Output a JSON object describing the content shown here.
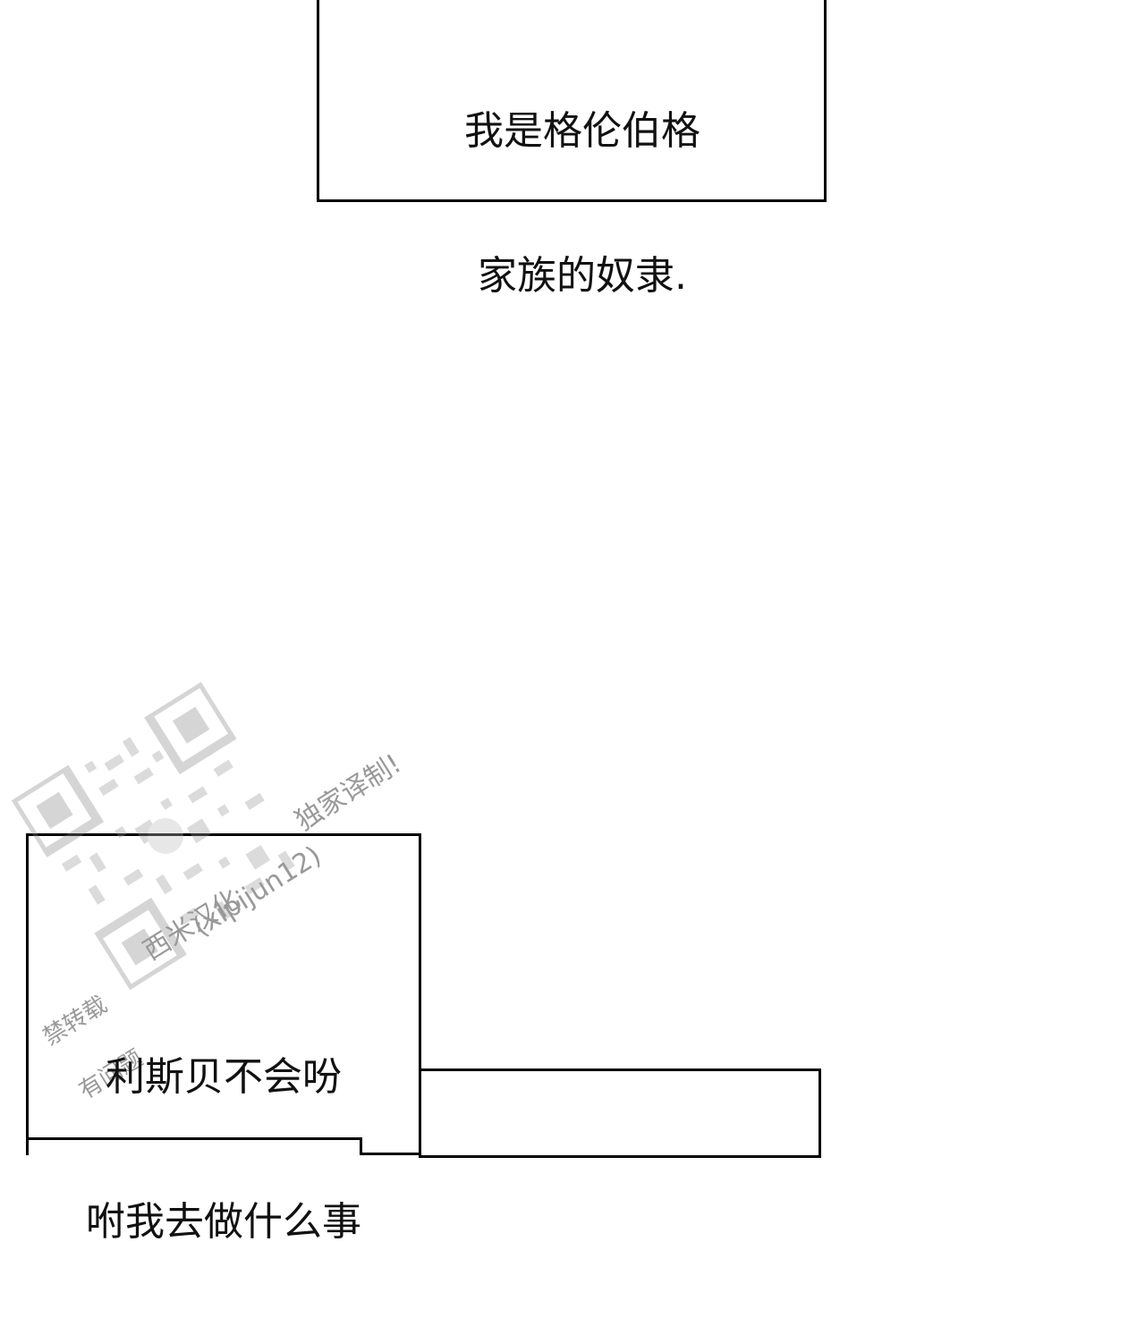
{
  "captions": {
    "top": {
      "line1": "我是格伦伯格",
      "line2": "家族的奴隶."
    },
    "bottom": {
      "line1": "利斯贝不会吩",
      "line2": "咐我去做什么事"
    }
  },
  "watermark": {
    "icon": "qr-code-icon",
    "text_exclusive": "独家译制!",
    "text_group": "西米汉化",
    "text_handle": "(xipijun12)",
    "text_forbid": "禁转载",
    "text_contact": "有问题"
  },
  "colors": {
    "background": "#ffffff",
    "border": "#000000",
    "text": "#111111"
  }
}
